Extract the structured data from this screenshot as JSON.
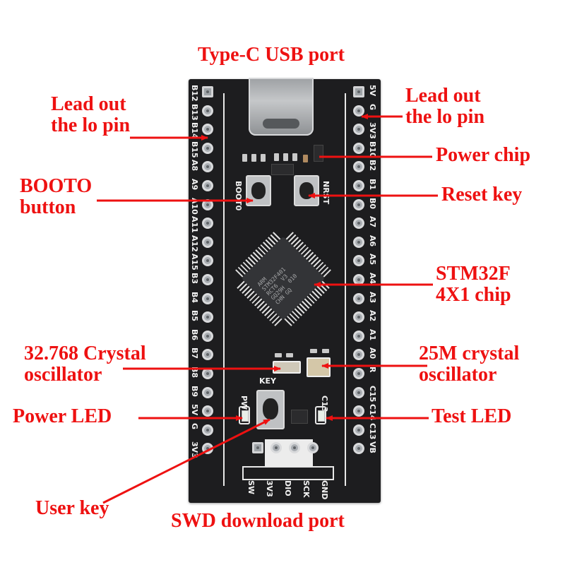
{
  "annotations": {
    "usb_port": "Type-C USB port",
    "lead_out_left": [
      "Lead out",
      "the lo pin"
    ],
    "lead_out_right": [
      "Lead out",
      "the lo pin"
    ],
    "power_chip": "Power chip",
    "boot0_button": [
      "BOOTO",
      "button"
    ],
    "reset_key": "Reset key",
    "mcu_chip": [
      "STM32F",
      "4X1 chip"
    ],
    "rtc_crystal": [
      "32.768 Crystal",
      "oscillator"
    ],
    "hse_crystal": [
      "25M crystal",
      "oscillator"
    ],
    "power_led": "Power LED",
    "test_led": "Test LED",
    "user_key": "User key",
    "swd_port": "SWD download port"
  },
  "board": {
    "left_pins": [
      "B12",
      "B13",
      "B14",
      "B15",
      "A8",
      "A9",
      "A10",
      "A11",
      "A12",
      "A15",
      "B3",
      "B4",
      "B5",
      "B6",
      "B7",
      "B8",
      "B9",
      "5V",
      "G",
      "3V3"
    ],
    "right_pins": [
      "5V",
      "G",
      "3V3",
      "B10",
      "B2",
      "B1",
      "B0",
      "A7",
      "A6",
      "A5",
      "A4",
      "A3",
      "A2",
      "A1",
      "A0",
      "R",
      "C15",
      "C14",
      "C13",
      "VB"
    ],
    "silkscreen": {
      "boot0": "BOOT0",
      "nrst": "NRST",
      "key": "KEY",
      "pwr": "PWR",
      "c13": "C13"
    },
    "swd_pins": [
      "SW",
      "3V3",
      "DIO",
      "SCK",
      "GND"
    ],
    "mcu_marking": "ARM\nSTM32F401\nRCT6  V3\nGQ29H  010\nCHN GQ"
  },
  "colors": {
    "annotation": "#ee1111",
    "board": "#1d1d1f"
  }
}
